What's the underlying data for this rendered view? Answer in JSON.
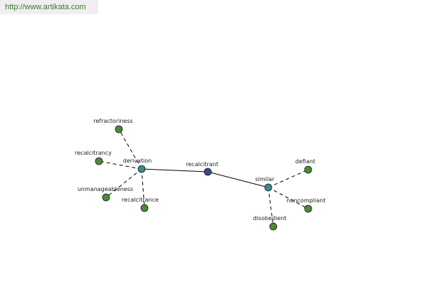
{
  "source_url": "http://www.artikata.com",
  "colors": {
    "center_node": "#3a4a8a",
    "hub_node": "#3a8a8a",
    "leaf_node": "#4a8a3a",
    "node_stroke": "#1a1a1a",
    "edge": "#000000",
    "label": "#222222",
    "url_text": "#3a7a2a",
    "url_bg": "#efefef"
  },
  "graph": {
    "nodes": [
      {
        "id": "recalcitrant",
        "label": "recalcitrant",
        "kind": "center"
      },
      {
        "id": "derivation",
        "label": "derivation",
        "kind": "hub"
      },
      {
        "id": "similar",
        "label": "similar",
        "kind": "hub"
      },
      {
        "id": "refractoriness",
        "label": "refractoriness",
        "kind": "leaf"
      },
      {
        "id": "recalcitrancy",
        "label": "recalcitrancy",
        "kind": "leaf"
      },
      {
        "id": "unmanageableness",
        "label": "unmanageableness",
        "kind": "leaf"
      },
      {
        "id": "recalcitrance",
        "label": "recalcitrance",
        "kind": "leaf"
      },
      {
        "id": "defiant",
        "label": "defiant",
        "kind": "leaf"
      },
      {
        "id": "noncompliant",
        "label": "noncompliant",
        "kind": "leaf"
      },
      {
        "id": "disobedient",
        "label": "disobedient",
        "kind": "leaf"
      }
    ],
    "edges": [
      {
        "from": "recalcitrant",
        "to": "derivation",
        "style": "solid"
      },
      {
        "from": "recalcitrant",
        "to": "similar",
        "style": "solid"
      },
      {
        "from": "derivation",
        "to": "refractoriness",
        "style": "dashed"
      },
      {
        "from": "derivation",
        "to": "recalcitrancy",
        "style": "dashed"
      },
      {
        "from": "derivation",
        "to": "unmanageableness",
        "style": "dashed"
      },
      {
        "from": "derivation",
        "to": "recalcitrance",
        "style": "dashed"
      },
      {
        "from": "similar",
        "to": "defiant",
        "style": "dashed"
      },
      {
        "from": "similar",
        "to": "noncompliant",
        "style": "dashed"
      },
      {
        "from": "similar",
        "to": "disobedient",
        "style": "dashed"
      }
    ]
  }
}
